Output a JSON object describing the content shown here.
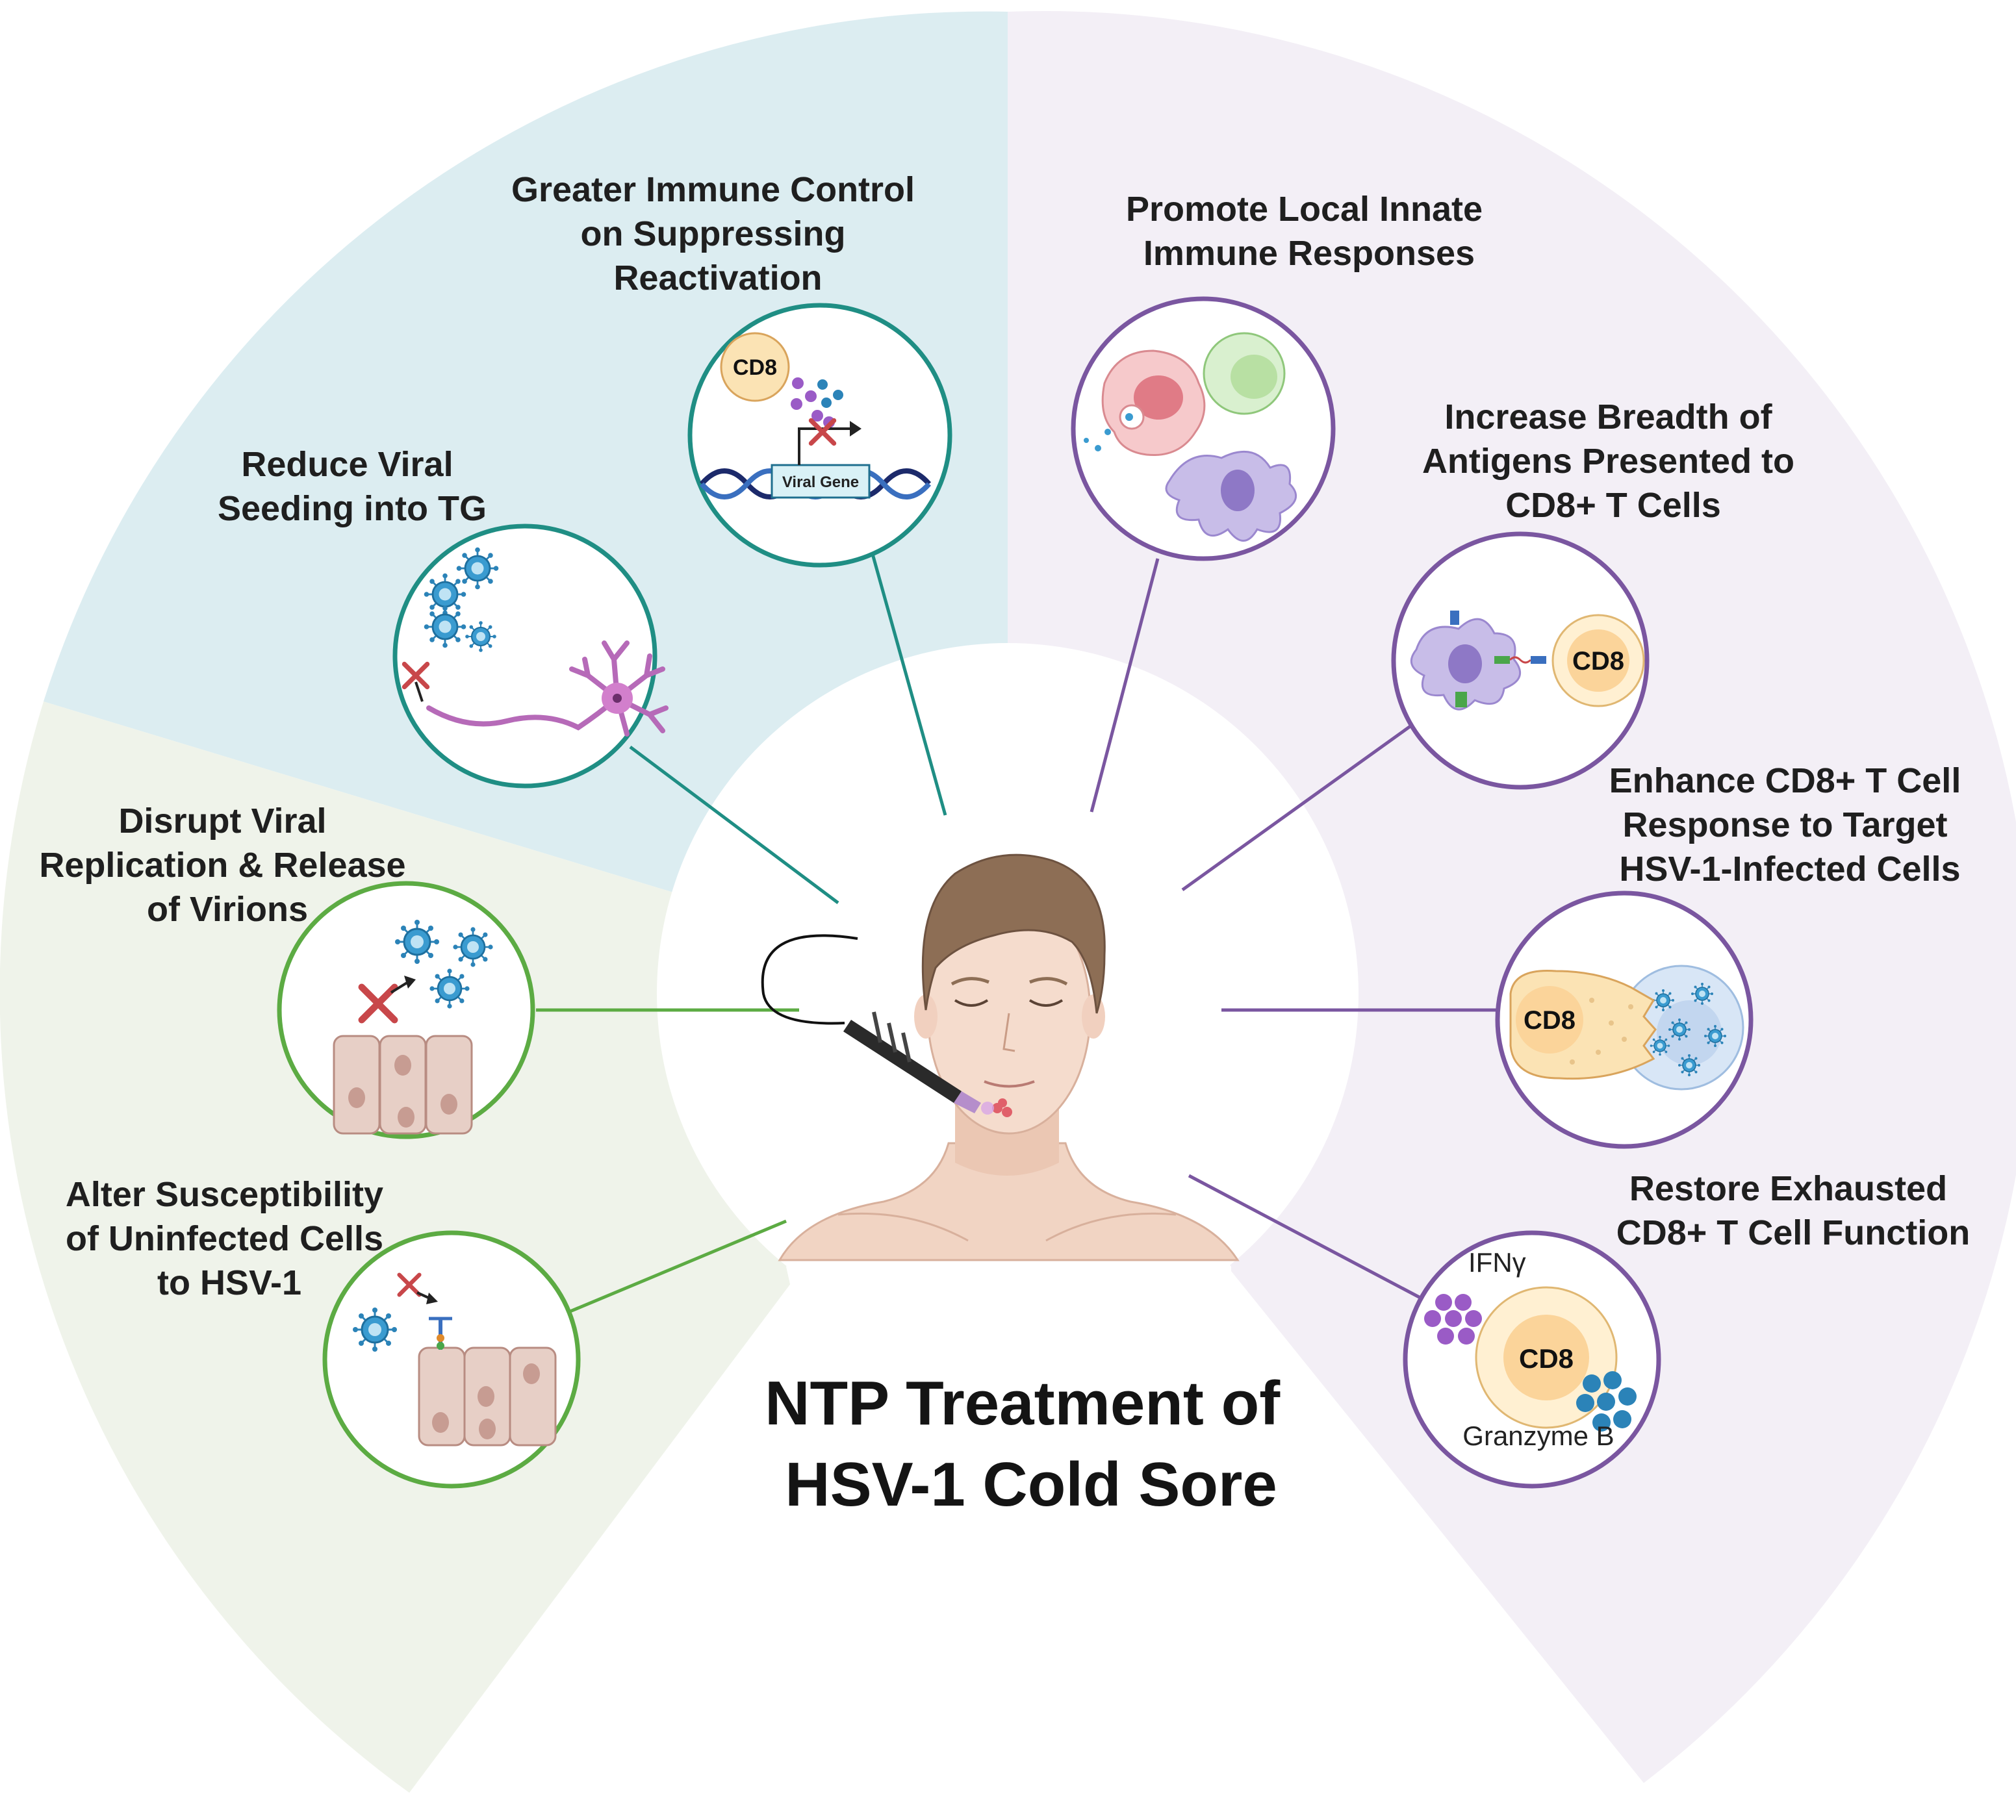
{
  "title": {
    "line1": "NTP Treatment of",
    "line2": "HSV-1 Cold Sore"
  },
  "effects": [
    {
      "id": "immune-control",
      "lines": [
        "Greater Immune Control",
        "on Suppressing",
        "Reactivation"
      ]
    },
    {
      "id": "viral-seeding",
      "lines": [
        "Reduce Viral",
        "Seeding into TG"
      ]
    },
    {
      "id": "viral-replication",
      "lines": [
        "Disrupt Viral",
        "Replication & Release",
        "of Virions"
      ]
    },
    {
      "id": "susceptibility",
      "lines": [
        "Alter Susceptibility",
        "of Uninfected Cells",
        "to HSV-1"
      ]
    },
    {
      "id": "innate-immune",
      "lines": [
        "Promote Local Innate",
        "Immune Responses"
      ]
    },
    {
      "id": "antigen-breadth",
      "lines": [
        "Increase Breadth of",
        "Antigens Presented to",
        "CD8+ T Cells"
      ]
    },
    {
      "id": "cd8-response",
      "lines": [
        "Enhance CD8+ T Cell",
        "Response to Target",
        "HSV-1-Infected Cells"
      ]
    },
    {
      "id": "restore-exhausted",
      "lines": [
        "Restore Exhausted",
        "CD8+ T Cell Function"
      ]
    }
  ],
  "icon_labels": {
    "cd8": "CD8",
    "viral_gene": "Viral Gene",
    "ifn_gamma": "IFNγ",
    "granzyme_b": "Granzyme B"
  },
  "colors": {
    "teal_sector": "#dcedf1",
    "green_sector": "#eff3ea",
    "purple_sector": "#f3eff6",
    "teal_ring": "#1f8e84",
    "green_ring": "#5cab43",
    "purple_ring": "#7a56a0",
    "virus": "#2b83b8",
    "cd8_cell": "#fbe3b4",
    "skin": "#f1d4c3",
    "hair": "#8d6e55"
  },
  "icons": [
    "virus-icon",
    "neuron-icon",
    "dna-icon",
    "cd8-cell-icon",
    "macrophage-icon",
    "dendritic-cell-icon",
    "epithelial-cell-icon",
    "plasma-probe-icon"
  ]
}
